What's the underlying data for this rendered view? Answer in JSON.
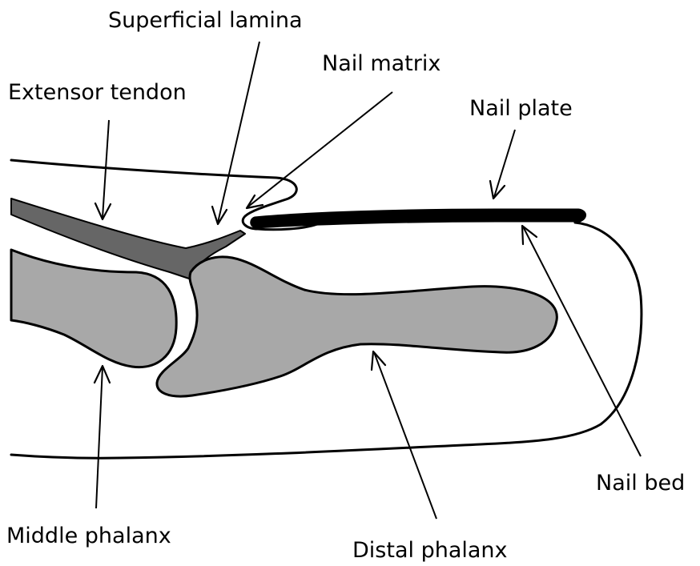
{
  "labels": {
    "superficial_lamina": "Superficial lamina",
    "nail_matrix": "Nail matrix",
    "extensor_tendon": "Extensor tendon",
    "nail_plate": "Nail plate",
    "nail_bed": "Nail bed",
    "middle_phalanx": "Middle phalanx",
    "distal_phalanx": "Distal phalanx"
  },
  "colors": {
    "bone_fill": "#a8a8a8",
    "tendon_fill": "#666666",
    "nail_fill": "#000000",
    "outline": "#000000",
    "background": "#ffffff"
  }
}
